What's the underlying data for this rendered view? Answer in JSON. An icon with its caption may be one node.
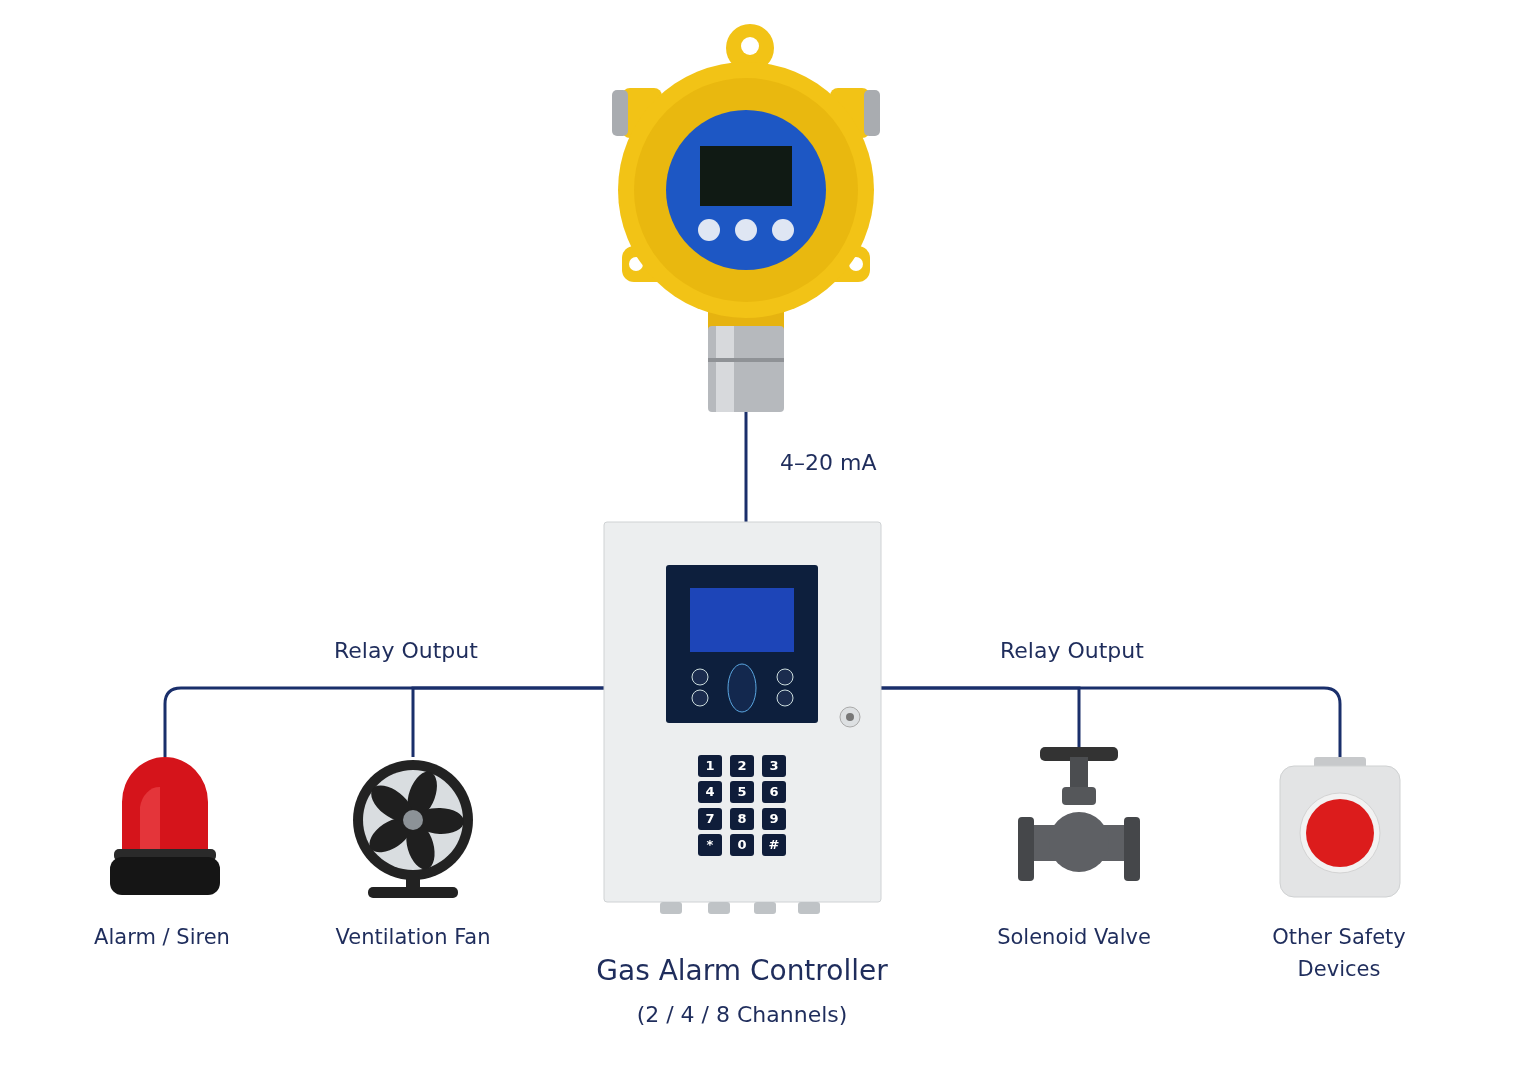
{
  "diagram": {
    "nodes": [
      {
        "text": [],
        "shape": "picture"
      },
      {
        "text": [],
        "shape": "picture",
        "beside": [
          "Gas Alarm Controller",
          "(2 / 4 / 8 Channels)"
        ]
      },
      {
        "text": [],
        "shape": "picture",
        "beside": [
          "Alarm / Siren"
        ]
      },
      {
        "text": [],
        "shape": "picture",
        "beside": [
          "Ventilation Fan"
        ]
      },
      {
        "text": [],
        "shape": "picture",
        "beside": [
          "Solenoid Valve"
        ]
      },
      {
        "text": [],
        "shape": "picture",
        "beside": [
          "Other Safety Devices"
        ]
      }
    ],
    "edges": [
      {
        "from": 0,
        "to": 1,
        "arrow": "none",
        "label": "4–20 mA"
      },
      {
        "from": 1,
        "to": 2,
        "arrow": "none"
      },
      {
        "from": 1,
        "to": 3,
        "arrow": "none",
        "label": "Relay Output"
      },
      {
        "from": 1,
        "to": 4,
        "arrow": "none",
        "label": "Relay Output"
      },
      {
        "from": 1,
        "to": 5,
        "arrow": "none"
      }
    ],
    "labels": [
      "1",
      "2",
      "3",
      "4",
      "5",
      "6",
      "7",
      "8",
      "9",
      "*",
      "0",
      "#"
    ]
  }
}
